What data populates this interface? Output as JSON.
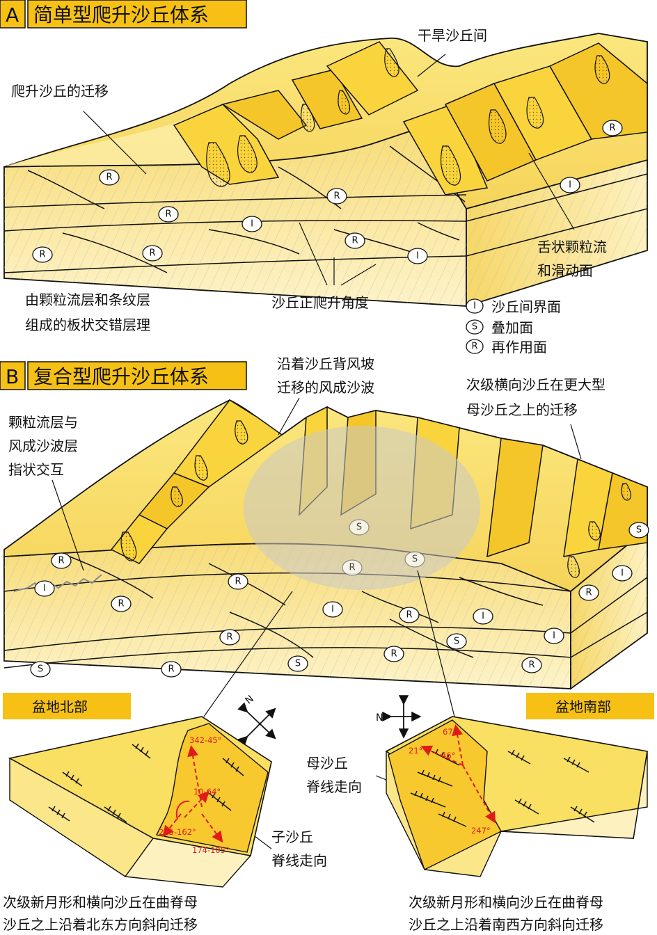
{
  "panel_a": {
    "letter": "A",
    "title": "简单型爬升沙丘体系",
    "labels": {
      "interdune": "干旱沙丘间",
      "migration": "爬升沙丘的迁移",
      "tongue": [
        "舌状颗粒流",
        "和滑动面"
      ],
      "strata": [
        "由颗粒流层和条纹层",
        "组成的板状交错层理"
      ],
      "angle": "沙丘正爬升角度"
    },
    "legend": [
      {
        "symbol": "I",
        "label": "沙丘间界面"
      },
      {
        "symbol": "S",
        "label": "叠加面"
      },
      {
        "symbol": "R",
        "label": "再作用面"
      }
    ]
  },
  "panel_b": {
    "letter": "B",
    "title": "复合型爬升沙丘体系",
    "labels": {
      "ripples": [
        "沿着沙丘背风坡",
        "迁移的风成沙波"
      ],
      "secondary": [
        "次级横向沙丘在更大型",
        "母沙丘之上的迁移"
      ],
      "interfinger": [
        "颗粒流层与",
        "风成沙波层",
        "指状交互"
      ],
      "parent_crest": [
        "母沙丘",
        "脊线走向"
      ],
      "child_crest": [
        "子沙丘",
        "脊线走向"
      ]
    },
    "north_basin": {
      "name": "盆地北部",
      "compass": "N",
      "angles": [
        "342-45°",
        "10-64°",
        "225-162°",
        "174-105°"
      ],
      "caption": [
        "次级新月形和横向沙丘在曲脊母",
        "沙丘之上沿着北东方向斜向迁移"
      ]
    },
    "south_basin": {
      "name": "盆地南部",
      "compass": "N",
      "angles": [
        "67°",
        "21°",
        "46°",
        "247°"
      ],
      "caption": [
        "次级新月形和横向沙丘在曲脊母",
        "沙丘之上沿着南西方向斜向迁移"
      ]
    }
  },
  "colors": {
    "sand_light": "#fbe78a",
    "sand_mid": "#f9d74a",
    "sand_dark": "#f3c21b",
    "title_bar": "#f6c114",
    "outline": "#1a1a1a",
    "arrow": "#e01b1b"
  }
}
